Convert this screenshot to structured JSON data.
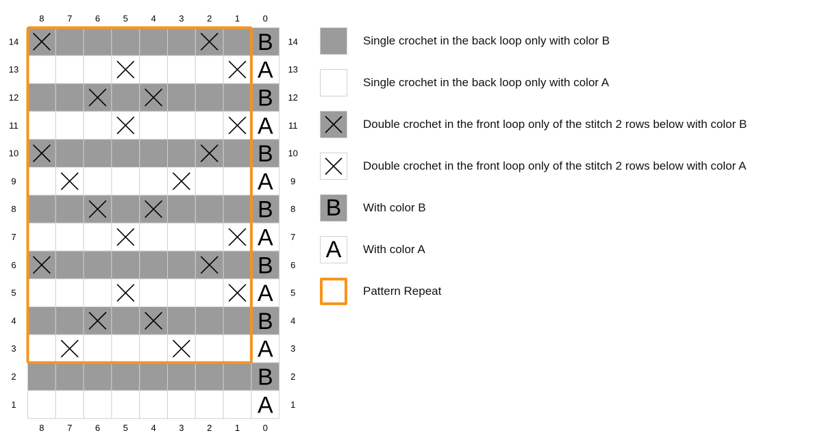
{
  "chart_data": {
    "type": "table",
    "column_labels": [
      "8",
      "7",
      "6",
      "5",
      "4",
      "3",
      "2",
      "1",
      "0"
    ],
    "row_labels": [
      "14",
      "13",
      "12",
      "11",
      "10",
      "9",
      "8",
      "7",
      "6",
      "5",
      "4",
      "3",
      "2",
      "1"
    ],
    "row_colors": [
      "B",
      "A",
      "B",
      "A",
      "B",
      "A",
      "B",
      "A",
      "B",
      "A",
      "B",
      "A",
      "B",
      "A"
    ],
    "row_crosses": [
      [
        "8",
        "2"
      ],
      [
        "5",
        "1"
      ],
      [
        "6",
        "4"
      ],
      [
        "5",
        "1"
      ],
      [
        "8",
        "2"
      ],
      [
        "7",
        "3"
      ],
      [
        "6",
        "4"
      ],
      [
        "5",
        "1"
      ],
      [
        "8",
        "2"
      ],
      [
        "5",
        "1"
      ],
      [
        "6",
        "4"
      ],
      [
        "7",
        "3"
      ],
      [],
      []
    ],
    "pattern_repeat": {
      "columns": [
        "8",
        "1"
      ],
      "rows": [
        "14",
        "3"
      ]
    }
  },
  "legend": [
    {
      "symbol": "gray",
      "text": "Single crochet in the back loop only with color B"
    },
    {
      "symbol": "white",
      "text": "Single crochet in the back loop only with color A"
    },
    {
      "symbol": "gray-cross",
      "text": "Double crochet in the front loop only of the stitch 2 rows below with color B"
    },
    {
      "symbol": "white-cross",
      "text": "Double crochet in the front loop only of the stitch 2 rows below with color A"
    },
    {
      "symbol": "letter-B",
      "letter": "B",
      "text": "With color B"
    },
    {
      "symbol": "letter-A",
      "letter": "A",
      "text": "With color A"
    },
    {
      "symbol": "pattern-repeat",
      "text": "Pattern Repeat"
    }
  ],
  "colors": {
    "color_b": "#9b9b9b",
    "color_a": "#ffffff",
    "grid": "#d0d0d0",
    "repeat_outline": "#f7941d",
    "cross": "#000000"
  }
}
